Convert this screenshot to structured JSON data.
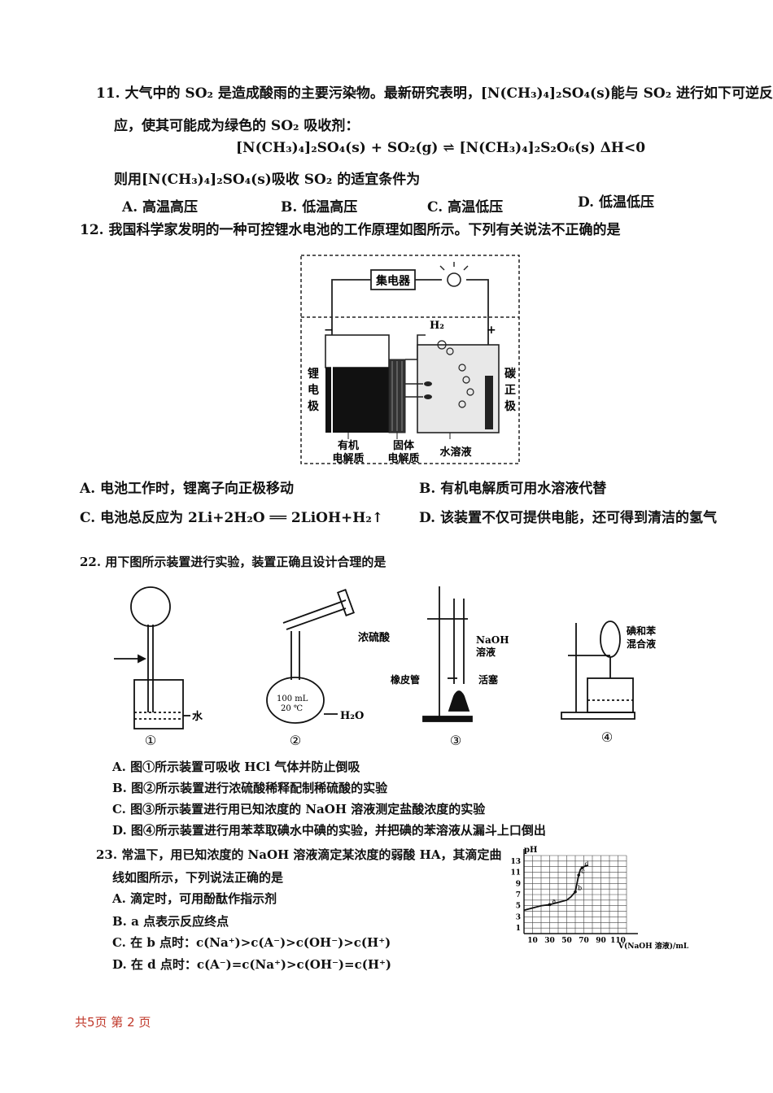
{
  "q11": {
    "line1": "11. 大气中的 SO₂ 是造成酸雨的主要污染物。最新研究表明，[N(CH₃)₄]₂SO₄(s)能与 SO₂ 进行如下可逆反",
    "line2": "应，使其可能成为绿色的 SO₂ 吸收剂：",
    "equation": "[N(CH₃)₄]₂SO₄(s) + SO₂(g) ⇌ [N(CH₃)₄]₂S₂O₆(s)   ΔH<0",
    "line3": "则用[N(CH₃)₄]₂SO₄(s)吸收 SO₂ 的适宜条件为",
    "options": [
      "A. 高温高压",
      "B. 低温高压",
      "C. 高温低压",
      "D. 低温低压"
    ]
  },
  "q12": {
    "stem": "12. 我国科学家发明的一种可控锂水电池的工作原理如图所示。下列有关说法不正确的是",
    "figure": {
      "collector": "集电器",
      "h2": "H₂",
      "minus": "−",
      "plus": "+",
      "left_label": "锂电极",
      "right_label": "碳正极",
      "organic": "有机电解质",
      "solid": "固体电解质",
      "aqueous": "水溶液"
    },
    "options": [
      "A. 电池工作时，锂离子向正极移动",
      "B. 有机电解质可用水溶液代替",
      "C. 电池总反应为 2Li+2H₂O ══ 2LiOH+H₂↑",
      "D. 该装置不仅可提供电能，还可得到清洁的氢气"
    ]
  },
  "q22": {
    "stem": "22. 用下图所示装置进行实验，装置正确且设计合理的是",
    "figure": {
      "water": "水",
      "conc_acid": "浓硫酸",
      "flask_volume": "100 mL",
      "flask_temp": "20 ℃",
      "h2o": "H₂O",
      "naoh": "NaOH",
      "solution": "溶液",
      "rubber_tube": "橡皮管",
      "stopcock": "活塞",
      "iodine": "碘和苯",
      "mixture": "混合液",
      "labels": [
        "①",
        "②",
        "③",
        "④"
      ]
    },
    "options": [
      "A. 图①所示装置可吸收 HCl 气体并防止倒吸",
      "B. 图②所示装置进行浓硫酸稀释配制稀硫酸的实验",
      "C. 图③所示装置进行用已知浓度的 NaOH 溶液测定盐酸浓度的实验",
      "D. 图④所示装置进行用苯萃取碘水中碘的实验，并把碘的苯溶液从漏斗上口倒出"
    ]
  },
  "q23": {
    "line1": "23. 常温下，用已知浓度的 NaOH 溶液滴定某浓度的弱酸 HA，其滴定曲",
    "line2": "线如图所示，下列说法正确的是",
    "options": [
      "A. 滴定时，可用酚酞作指示剂",
      "B. a 点表示反应终点",
      "C. 在 b 点时：c(Na⁺)>c(A⁻)>c(OH⁻)>c(H⁺)",
      "D. 在 d 点时：c(A⁻)=c(Na⁺)>c(OH⁻)=c(H⁺)"
    ]
  },
  "chart_data": {
    "type": "line",
    "ylabel": "pH",
    "xlabel": "V(NaOH 溶液)/mL",
    "x_ticks": [
      10,
      30,
      50,
      70,
      90,
      110
    ],
    "y_ticks": [
      1,
      3,
      5,
      7,
      9,
      11,
      13
    ],
    "xlim": [
      0,
      120
    ],
    "ylim": [
      0,
      14
    ],
    "grid": true,
    "x": [
      0,
      10,
      20,
      30,
      40,
      50,
      55,
      60,
      62,
      64,
      66,
      70,
      75
    ],
    "y": [
      4.2,
      4.6,
      5.0,
      5.2,
      5.6,
      6.0,
      6.6,
      7.5,
      9.0,
      10.5,
      11.5,
      12.0,
      12.3
    ],
    "points": [
      {
        "name": "a",
        "x": 30,
        "y": 5.2
      },
      {
        "name": "b",
        "x": 60,
        "y": 7.5
      },
      {
        "name": "c",
        "x": 64,
        "y": 10.5
      },
      {
        "name": "d",
        "x": 68,
        "y": 11.8
      }
    ]
  },
  "footer": "共5页 第 2 页"
}
